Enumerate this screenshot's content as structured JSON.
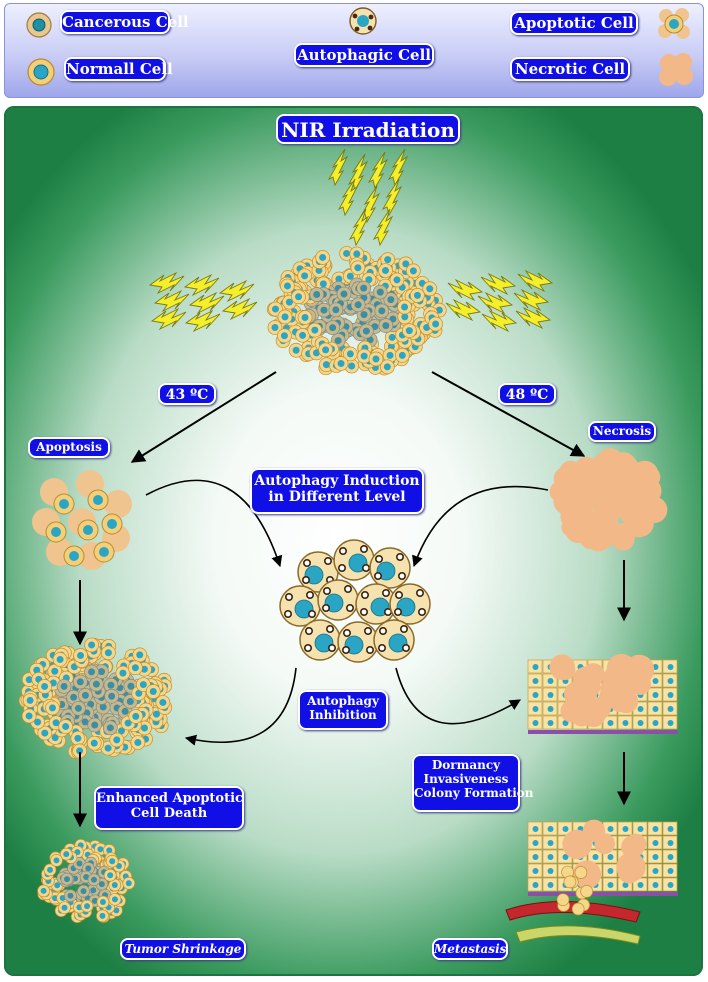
{
  "legend": {
    "cancerous": "Cancerous Cell",
    "normal": "Normall Cell",
    "autophagic": "Autophagic Cell",
    "apoptotic": "Apoptotic Cell",
    "necrotic": "Necrotic Cell"
  },
  "main": {
    "title": "NIR Irradiation",
    "temp_low": "43 ºC",
    "temp_high": "48 ºC",
    "apoptosis": "Apoptosis",
    "necrosis": "Necrosis",
    "autophagy_induction_1": "Autophagy Induction",
    "autophagy_induction_2": "in Different Level",
    "autophagy_inhibition_1": "Autophagy",
    "autophagy_inhibition_2": "Inhibition",
    "enhanced_1": "Enhanced Apoptotic",
    "enhanced_2": "Cell Death",
    "dormancy_1": "Dormancy",
    "dormancy_2": "Invasiveness",
    "dormancy_3": "Colony Formation",
    "tumor_shrinkage": "Tumor Shrinkage",
    "metastasis": "Metastasis"
  },
  "colors": {
    "label_bg": "#1010e6",
    "cell_outer": "#f3cf7a",
    "nucleus": "#2aa6c4",
    "necrotic": "#f2b888",
    "bolt": "#f4ef2a"
  }
}
